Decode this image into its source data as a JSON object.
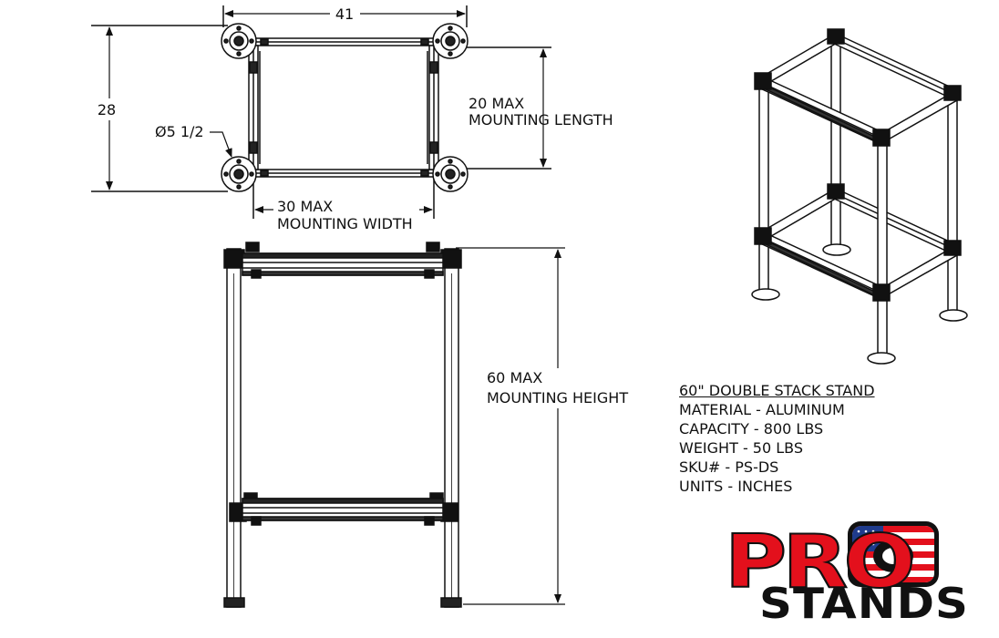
{
  "top_view": {
    "overall_width": "41",
    "overall_depth": "28",
    "foot_diameter": "Ø5 1/2",
    "mounting_length_value": "20 MAX",
    "mounting_length_label": "MOUNTING LENGTH",
    "mounting_width_value": "30 MAX",
    "mounting_width_label": "MOUNTING WIDTH"
  },
  "front_view": {
    "mounting_height_value": "60 MAX",
    "mounting_height_label": "MOUNTING HEIGHT"
  },
  "specs": {
    "title": "60\" DOUBLE STACK STAND",
    "lines": [
      "MATERIAL - ALUMINUM",
      "CAPACITY - 800 LBS",
      "WEIGHT - 50 LBS",
      "SKU# - PS-DS",
      "UNITS - INCHES"
    ]
  },
  "logo": {
    "line1": "PRO",
    "line2": "STANDS",
    "colors": {
      "red": "#e3101c",
      "black": "#111111",
      "blue": "#1f3b8c"
    }
  }
}
